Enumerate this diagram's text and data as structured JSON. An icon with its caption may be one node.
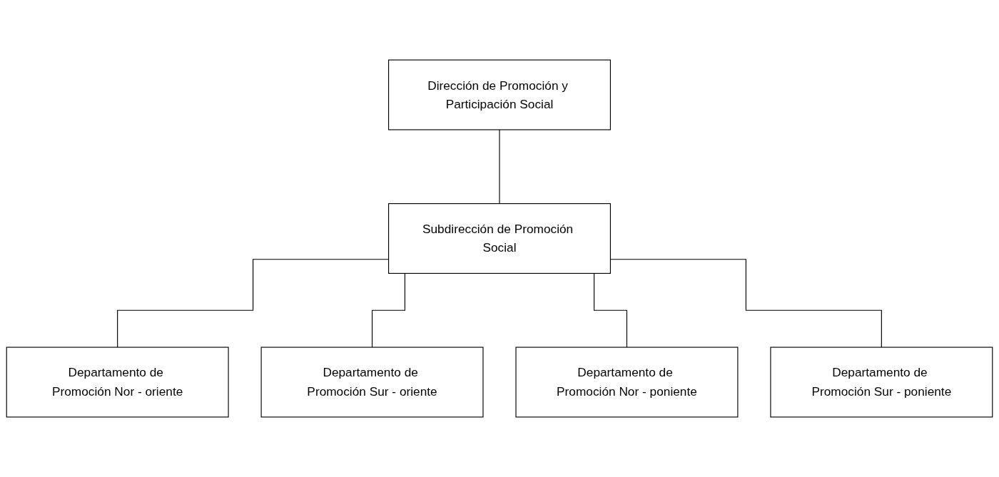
{
  "diagram": {
    "nodes": [
      {
        "text": [
          "Dirección de Promoción y Participación Social"
        ]
      },
      {
        "text": [
          "Subdirección de Promoción Social"
        ]
      },
      {
        "text": [
          "Departamento de Promoción Nor - oriente"
        ]
      },
      {
        "text": [
          "Departamento de Promoción Sur - oriente"
        ]
      },
      {
        "text": [
          "Departamento de Promoción Nor - poniente"
        ]
      },
      {
        "text": [
          "Departamento de Promoción Sur - poniente"
        ]
      }
    ],
    "edges": [
      {
        "from": 0,
        "to": 1,
        "arrow": "none"
      },
      {
        "from": 1,
        "to": 2,
        "arrow": "none"
      },
      {
        "from": 1,
        "to": 3,
        "arrow": "none"
      },
      {
        "from": 1,
        "to": 4,
        "arrow": "none"
      },
      {
        "from": 1,
        "to": 5,
        "arrow": "none"
      }
    ]
  }
}
